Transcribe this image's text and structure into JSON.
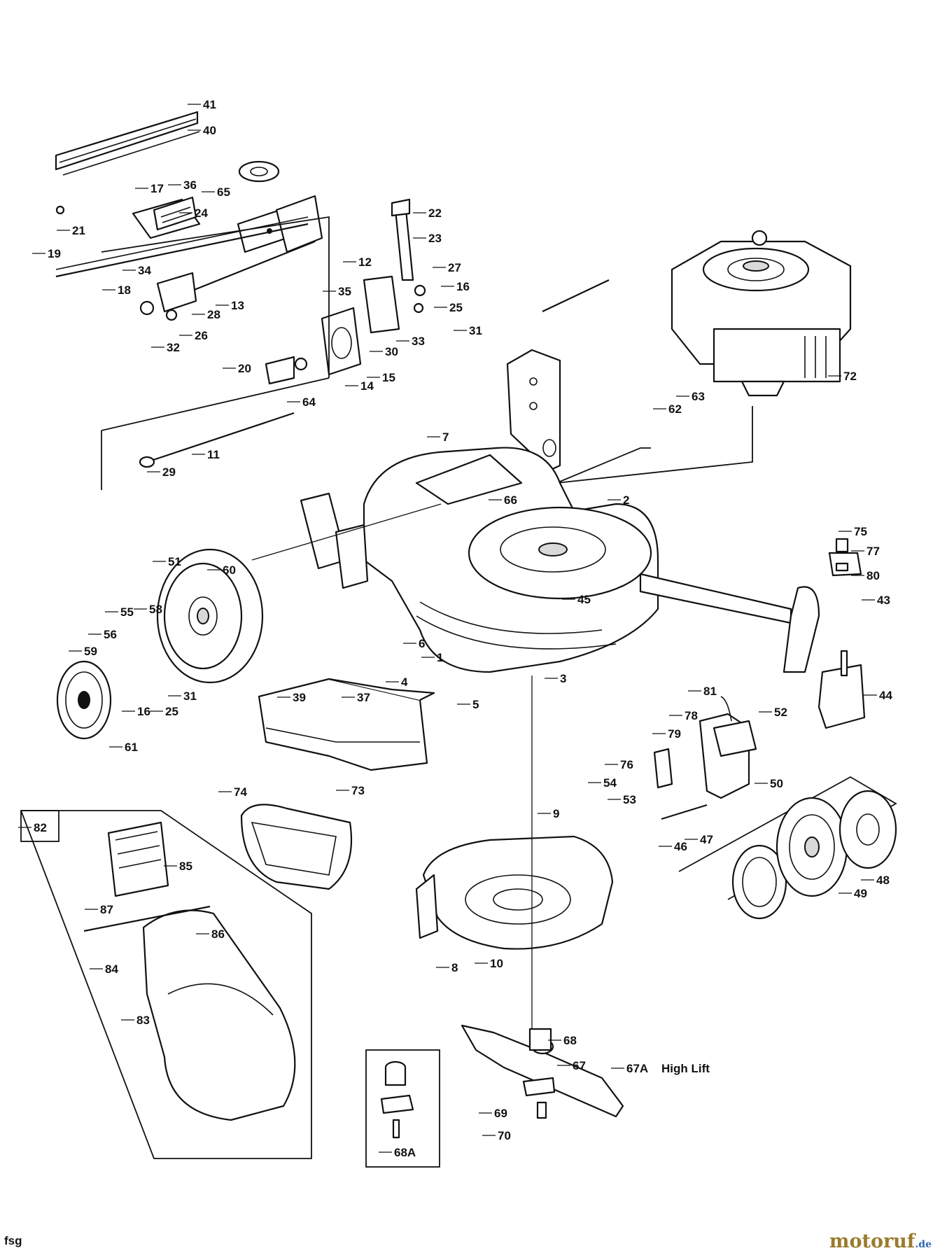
{
  "diagram": {
    "labels": [
      "41",
      "40",
      "17",
      "36",
      "24",
      "65",
      "22",
      "23",
      "21",
      "19",
      "34",
      "18",
      "13",
      "28",
      "26",
      "32",
      "12",
      "27",
      "16",
      "25",
      "35",
      "33",
      "31",
      "30",
      "15",
      "14",
      "20",
      "64",
      "72",
      "63",
      "62",
      "11",
      "29",
      "7",
      "66",
      "2",
      "75",
      "77",
      "80",
      "43",
      "51",
      "60",
      "58",
      "55",
      "56",
      "59",
      "31",
      "16",
      "25",
      "39",
      "37",
      "45",
      "6",
      "1",
      "4",
      "5",
      "3",
      "81",
      "78",
      "79",
      "76",
      "54",
      "53",
      "50",
      "52",
      "44",
      "61",
      "73",
      "74",
      "82",
      "85",
      "87",
      "86",
      "84",
      "83",
      "9",
      "10",
      "8",
      "47",
      "46",
      "48",
      "49",
      "68",
      "67",
      "67A",
      "69",
      "70",
      "68A"
    ],
    "legend_text": "High Lift",
    "box_labels": {
      "engine_kit": "82",
      "alt_adapter": "68A"
    }
  },
  "footer": {
    "left": "fsg",
    "brand": "motoruf",
    "brand_tld": ".de"
  }
}
